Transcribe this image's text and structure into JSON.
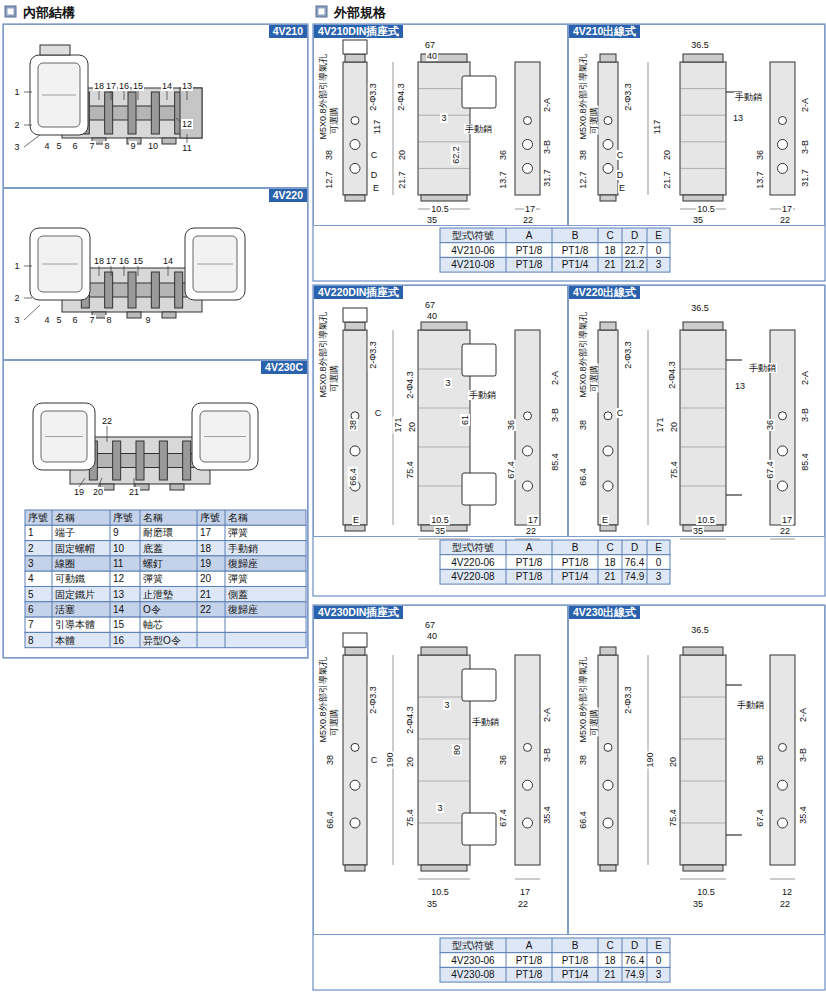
{
  "diagram": {
    "nodes": [
      {
        "text": [
          "4V210"
        ]
      },
      {
        "text": [
          "4V220"
        ]
      },
      {
        "text": [
          "4V230C"
        ]
      },
      {
        "text": [
          "4V210DIN插座式"
        ]
      },
      {
        "text": [
          "4V210出線式"
        ]
      },
      {
        "text": [
          "4V220DIN插座式"
        ]
      },
      {
        "text": [
          "4V220出線式"
        ]
      },
      {
        "text": [
          "4V230DIN插座式"
        ]
      },
      {
        "text": [
          "4V230出線式"
        ]
      }
    ],
    "labels": [
      "內部結構",
      "外部規格",
      "18",
      "17",
      "16",
      "15",
      "14",
      "13",
      "1",
      "12",
      "2",
      "3",
      "4",
      "5",
      "6",
      "7",
      "8",
      "9",
      "10",
      "11",
      "18",
      "17",
      "16",
      "15",
      "14",
      "1",
      "2",
      "3",
      "4",
      "5",
      "6",
      "7",
      "8",
      "9",
      "22",
      "19",
      "20",
      "21",
      "序號",
      "名稱",
      "序號",
      "名稱",
      "序號",
      "名稱",
      "1",
      "端子",
      "9",
      "耐磨環",
      "17",
      "彈簧",
      "2",
      "固定螺帽",
      "10",
      "底蓋",
      "18",
      "手動銷",
      "3",
      "線圈",
      "11",
      "螺釘",
      "19",
      "復歸座",
      "4",
      "可動鐵",
      "12",
      "彈簧",
      "20",
      "彈簧",
      "5",
      "固定鐵片",
      "13",
      "止泄墊",
      "21",
      "側蓋",
      "6",
      "活塞",
      "14",
      "O令",
      "22",
      "復歸座",
      "7",
      "引導本體",
      "15",
      "軸芯",
      "8",
      "本體",
      "16",
      "异型O令",
      "67",
      "40",
      "M5X0.8外部引導氣孔",
      "可選購",
      "2-Φ3.3",
      "117",
      "2-Φ4.3",
      "3",
      "手動銷",
      "38",
      "C",
      "20",
      "62.2",
      "36",
      "3-B",
      "2-A",
      "12.7",
      "D",
      "21.7",
      "13.7",
      "31.7",
      "E",
      "10.5",
      "17",
      "35",
      "22",
      "36.5",
      "M5X0.8外部引導氣孔",
      "可選購",
      "2-Φ3.3",
      "117",
      "手動銷",
      "13",
      "38",
      "C",
      "20",
      "36",
      "3-B",
      "2-A",
      "12.7",
      "D",
      "21.7",
      "13.7",
      "31.7",
      "E",
      "10.5",
      "17",
      "35",
      "22",
      "型式\\符號",
      "A",
      "B",
      "C",
      "D",
      "E",
      "4V210-06",
      "PT1/8",
      "PT1/8",
      "18",
      "22.7",
      "0",
      "4V210-08",
      "PT1/8",
      "PT1/4",
      "21",
      "21.2",
      "3",
      "67",
      "40",
      "M5X0.8外部引導氣孔",
      "可選購",
      "2-Φ3.3",
      "2-Φ4.3",
      "3",
      "手動銷",
      "C",
      "171",
      "38",
      "20",
      "61",
      "36",
      "3-B",
      "2-A",
      "66.4",
      "75.4",
      "67.4",
      "85.4",
      "E",
      "10.5",
      "17",
      "35",
      "22",
      "36.5",
      "M5X0.8外部引導氣孔",
      "可選購",
      "2-Φ3.3",
      "2-Φ4.3",
      "手動銷",
      "13",
      "C",
      "171",
      "38",
      "20",
      "36",
      "3-B",
      "2-A",
      "66.4",
      "75.4",
      "67.4",
      "85.4",
      "E",
      "10.5",
      "17",
      "35",
      "22",
      "型式\\符號",
      "A",
      "B",
      "C",
      "D",
      "E",
      "4V220-06",
      "PT1/8",
      "PT1/8",
      "18",
      "76.4",
      "0",
      "4V220-08",
      "PT1/8",
      "PT1/4",
      "21",
      "74.9",
      "3",
      "67",
      "40",
      "M5X0.8外部引導氣孔",
      "可選購",
      "2-Φ3.3",
      "2-Φ4.3",
      "3",
      "手動銷",
      "80",
      "190",
      "38",
      "C",
      "20",
      "36",
      "3-B",
      "2-A",
      "3",
      "66.4",
      "75.4",
      "67.4",
      "35.4",
      "10.5",
      "17",
      "35",
      "22",
      "36.5",
      "M5X0.8外部引導氣孔",
      "可選購",
      "2-Φ3.3",
      "手動銷",
      "190",
      "38",
      "20",
      "36",
      "3-B",
      "2-A",
      "66.4",
      "75.4",
      "67.4",
      "35.4",
      "10.5",
      "12",
      "35",
      "22",
      "型式\\符號",
      "A",
      "B",
      "C",
      "D",
      "E",
      "4V230-06",
      "PT1/8",
      "PT1/8",
      "18",
      "76.4",
      "0",
      "4V230-08",
      "PT1/8",
      "PT1/4",
      "21",
      "74.9",
      "3"
    ]
  }
}
